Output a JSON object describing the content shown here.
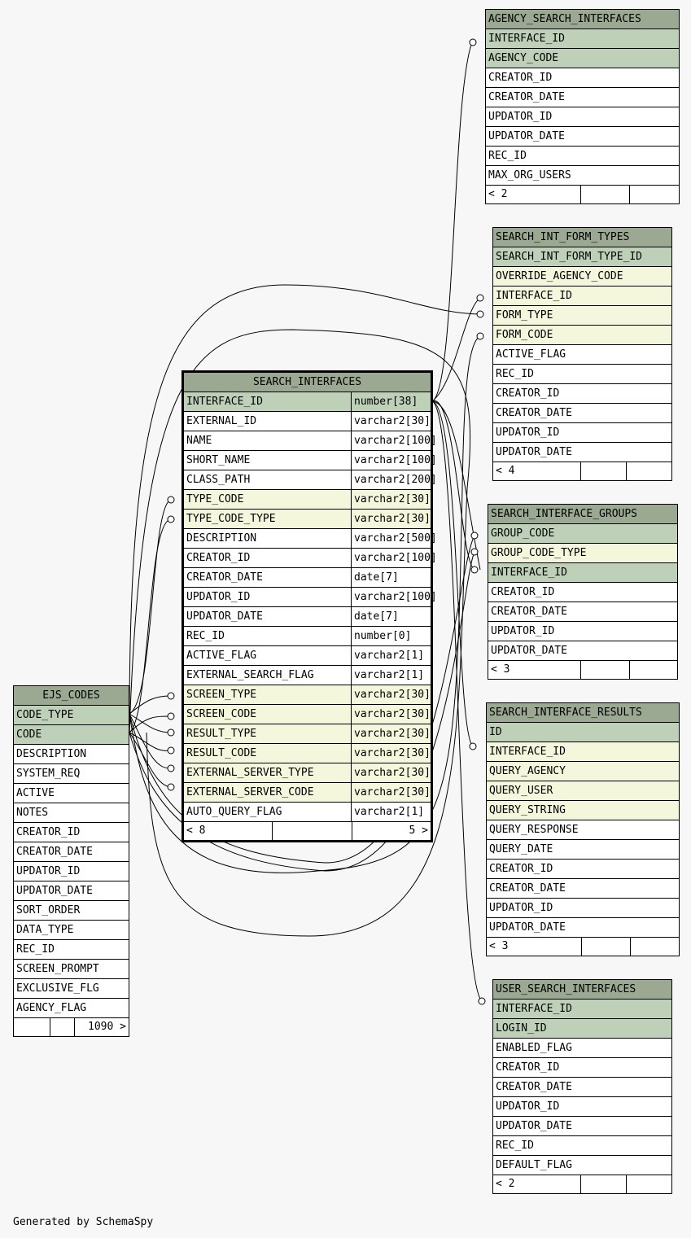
{
  "generated_by": "Generated by SchemaSpy",
  "colors": {
    "header": "#9ba892",
    "primary_key": "#bed1b8",
    "foreign_key": "#f4f7dc",
    "column": "#ffffff",
    "background": "#f7f7f7"
  },
  "tables": {
    "agency_search_interfaces": {
      "name": "AGENCY_SEARCH_INTERFACES",
      "columns": [
        {
          "name": "INTERFACE_ID",
          "kind": "pk"
        },
        {
          "name": "AGENCY_CODE",
          "kind": "pk"
        },
        {
          "name": "CREATOR_ID",
          "kind": "plain"
        },
        {
          "name": "CREATOR_DATE",
          "kind": "plain"
        },
        {
          "name": "UPDATOR_ID",
          "kind": "plain"
        },
        {
          "name": "UPDATOR_DATE",
          "kind": "plain"
        },
        {
          "name": "REC_ID",
          "kind": "plain"
        },
        {
          "name": "MAX_ORG_USERS",
          "kind": "plain"
        }
      ],
      "footer": [
        "< 2",
        "",
        ""
      ]
    },
    "search_int_form_types": {
      "name": "SEARCH_INT_FORM_TYPES",
      "columns": [
        {
          "name": "SEARCH_INT_FORM_TYPE_ID",
          "kind": "pk"
        },
        {
          "name": "OVERRIDE_AGENCY_CODE",
          "kind": "fk"
        },
        {
          "name": "INTERFACE_ID",
          "kind": "fk"
        },
        {
          "name": "FORM_TYPE",
          "kind": "fk"
        },
        {
          "name": "FORM_CODE",
          "kind": "fk"
        },
        {
          "name": "ACTIVE_FLAG",
          "kind": "plain"
        },
        {
          "name": "REC_ID",
          "kind": "plain"
        },
        {
          "name": "CREATOR_ID",
          "kind": "plain"
        },
        {
          "name": "CREATOR_DATE",
          "kind": "plain"
        },
        {
          "name": "UPDATOR_ID",
          "kind": "plain"
        },
        {
          "name": "UPDATOR_DATE",
          "kind": "plain"
        }
      ],
      "footer": [
        "< 4",
        "",
        ""
      ]
    },
    "search_interfaces": {
      "name": "SEARCH_INTERFACES",
      "columns": [
        {
          "name": "INTERFACE_ID",
          "type": "number[38]",
          "kind": "pk"
        },
        {
          "name": "EXTERNAL_ID",
          "type": "varchar2[30]",
          "kind": "plain"
        },
        {
          "name": "NAME",
          "type": "varchar2[100]",
          "kind": "plain"
        },
        {
          "name": "SHORT_NAME",
          "type": "varchar2[100]",
          "kind": "plain"
        },
        {
          "name": "CLASS_PATH",
          "type": "varchar2[200]",
          "kind": "plain"
        },
        {
          "name": "TYPE_CODE",
          "type": "varchar2[30]",
          "kind": "fk"
        },
        {
          "name": "TYPE_CODE_TYPE",
          "type": "varchar2[30]",
          "kind": "fk"
        },
        {
          "name": "DESCRIPTION",
          "type": "varchar2[500]",
          "kind": "plain"
        },
        {
          "name": "CREATOR_ID",
          "type": "varchar2[100]",
          "kind": "plain"
        },
        {
          "name": "CREATOR_DATE",
          "type": "date[7]",
          "kind": "plain"
        },
        {
          "name": "UPDATOR_ID",
          "type": "varchar2[100]",
          "kind": "plain"
        },
        {
          "name": "UPDATOR_DATE",
          "type": "date[7]",
          "kind": "plain"
        },
        {
          "name": "REC_ID",
          "type": "number[0]",
          "kind": "plain"
        },
        {
          "name": "ACTIVE_FLAG",
          "type": "varchar2[1]",
          "kind": "plain"
        },
        {
          "name": "EXTERNAL_SEARCH_FLAG",
          "type": "varchar2[1]",
          "kind": "plain"
        },
        {
          "name": "SCREEN_TYPE",
          "type": "varchar2[30]",
          "kind": "fk"
        },
        {
          "name": "SCREEN_CODE",
          "type": "varchar2[30]",
          "kind": "fk"
        },
        {
          "name": "RESULT_TYPE",
          "type": "varchar2[30]",
          "kind": "fk"
        },
        {
          "name": "RESULT_CODE",
          "type": "varchar2[30]",
          "kind": "fk"
        },
        {
          "name": "EXTERNAL_SERVER_TYPE",
          "type": "varchar2[30]",
          "kind": "fk"
        },
        {
          "name": "EXTERNAL_SERVER_CODE",
          "type": "varchar2[30]",
          "kind": "fk"
        },
        {
          "name": "AUTO_QUERY_FLAG",
          "type": "varchar2[1]",
          "kind": "plain"
        }
      ],
      "footer": [
        "< 8",
        "",
        "5 >"
      ]
    },
    "search_interface_groups": {
      "name": "SEARCH_INTERFACE_GROUPS",
      "columns": [
        {
          "name": "GROUP_CODE",
          "kind": "pk"
        },
        {
          "name": "GROUP_CODE_TYPE",
          "kind": "fk"
        },
        {
          "name": "INTERFACE_ID",
          "kind": "pk"
        },
        {
          "name": "CREATOR_ID",
          "kind": "plain"
        },
        {
          "name": "CREATOR_DATE",
          "kind": "plain"
        },
        {
          "name": "UPDATOR_ID",
          "kind": "plain"
        },
        {
          "name": "UPDATOR_DATE",
          "kind": "plain"
        }
      ],
      "footer": [
        "< 3",
        "",
        ""
      ]
    },
    "search_interface_results": {
      "name": "SEARCH_INTERFACE_RESULTS",
      "columns": [
        {
          "name": "ID",
          "kind": "pk"
        },
        {
          "name": "INTERFACE_ID",
          "kind": "fk"
        },
        {
          "name": "QUERY_AGENCY",
          "kind": "fk"
        },
        {
          "name": "QUERY_USER",
          "kind": "fk"
        },
        {
          "name": "QUERY_STRING",
          "kind": "fk"
        },
        {
          "name": "QUERY_RESPONSE",
          "kind": "plain"
        },
        {
          "name": "QUERY_DATE",
          "kind": "plain"
        },
        {
          "name": "CREATOR_ID",
          "kind": "plain"
        },
        {
          "name": "CREATOR_DATE",
          "kind": "plain"
        },
        {
          "name": "UPDATOR_ID",
          "kind": "plain"
        },
        {
          "name": "UPDATOR_DATE",
          "kind": "plain"
        }
      ],
      "footer": [
        "< 3",
        "",
        ""
      ]
    },
    "user_search_interfaces": {
      "name": "USER_SEARCH_INTERFACES",
      "columns": [
        {
          "name": "INTERFACE_ID",
          "kind": "pk"
        },
        {
          "name": "LOGIN_ID",
          "kind": "pk"
        },
        {
          "name": "ENABLED_FLAG",
          "kind": "plain"
        },
        {
          "name": "CREATOR_ID",
          "kind": "plain"
        },
        {
          "name": "CREATOR_DATE",
          "kind": "plain"
        },
        {
          "name": "UPDATOR_ID",
          "kind": "plain"
        },
        {
          "name": "UPDATOR_DATE",
          "kind": "plain"
        },
        {
          "name": "REC_ID",
          "kind": "plain"
        },
        {
          "name": "DEFAULT_FLAG",
          "kind": "plain"
        }
      ],
      "footer": [
        "< 2",
        "",
        ""
      ]
    },
    "ejs_codes": {
      "name": "EJS_CODES",
      "columns": [
        {
          "name": "CODE_TYPE",
          "kind": "pk"
        },
        {
          "name": "CODE",
          "kind": "pk"
        },
        {
          "name": "DESCRIPTION",
          "kind": "plain"
        },
        {
          "name": "SYSTEM_REQ",
          "kind": "plain"
        },
        {
          "name": "ACTIVE",
          "kind": "plain"
        },
        {
          "name": "NOTES",
          "kind": "plain"
        },
        {
          "name": "CREATOR_ID",
          "kind": "plain"
        },
        {
          "name": "CREATOR_DATE",
          "kind": "plain"
        },
        {
          "name": "UPDATOR_ID",
          "kind": "plain"
        },
        {
          "name": "UPDATOR_DATE",
          "kind": "plain"
        },
        {
          "name": "SORT_ORDER",
          "kind": "plain"
        },
        {
          "name": "DATA_TYPE",
          "kind": "plain"
        },
        {
          "name": "REC_ID",
          "kind": "plain"
        },
        {
          "name": "SCREEN_PROMPT",
          "kind": "plain"
        },
        {
          "name": "EXCLUSIVE_FLG",
          "kind": "plain"
        },
        {
          "name": "AGENCY_FLAG",
          "kind": "plain"
        }
      ],
      "footer": [
        "",
        "",
        "1090 >"
      ]
    }
  }
}
